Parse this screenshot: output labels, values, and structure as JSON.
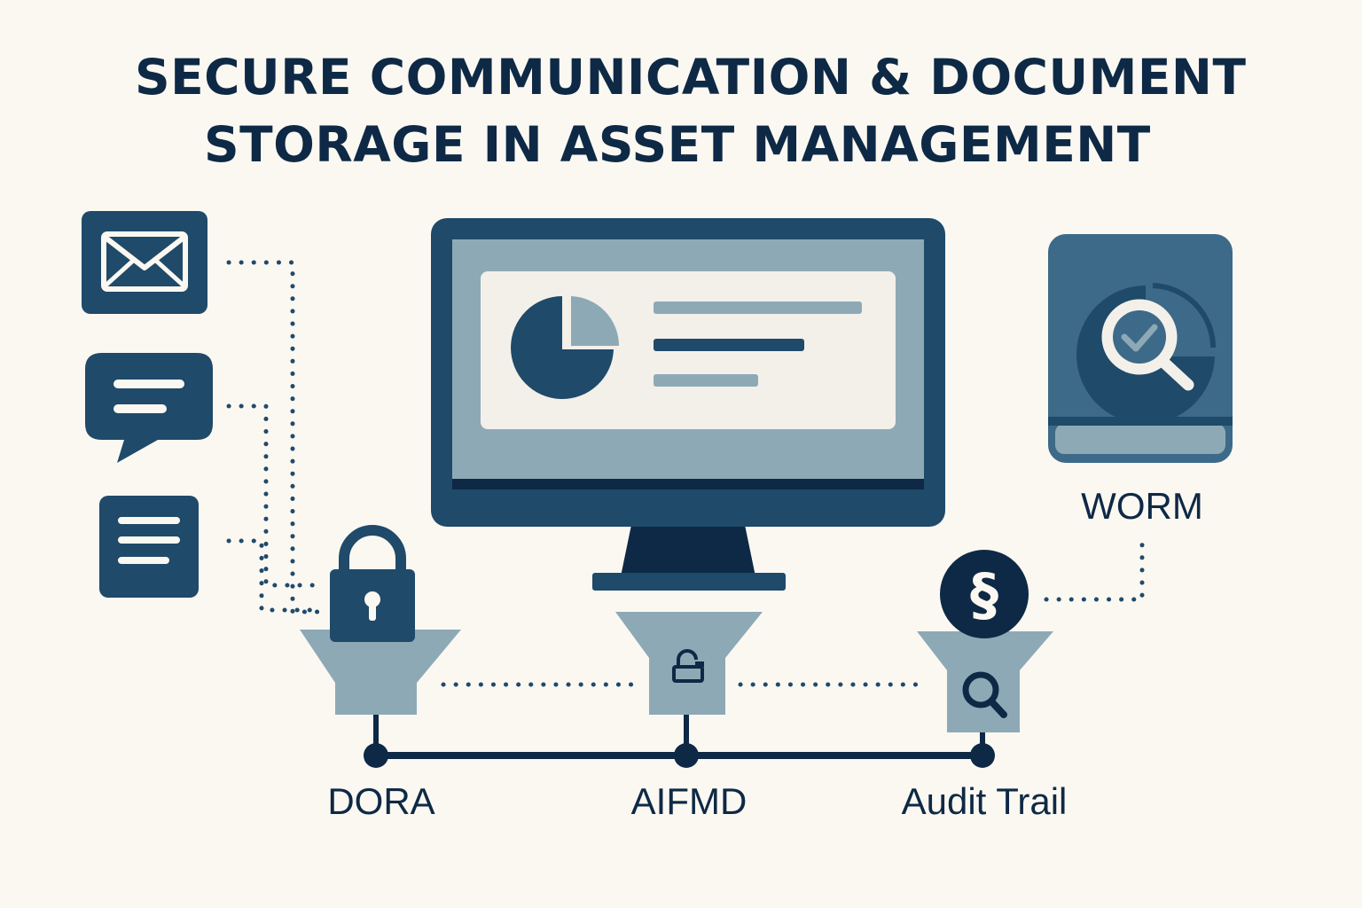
{
  "title": {
    "line1": "SECURE COMMUNICATION & DOCUMENT",
    "line2": "STORAGE IN ASSET MANAGEMENT"
  },
  "labels": {
    "worm": "WORM",
    "dora": "DORA",
    "aifmd": "AIFMD",
    "audit": "Audit Trail",
    "section_symbol": "§"
  },
  "icons": {
    "channels": [
      "envelope-icon",
      "chat-bubble-icon",
      "document-icon"
    ],
    "center": "monitor-dashboard-icon",
    "archive": "book-search-icon",
    "funnels": [
      "padlock-icon",
      "small-lock-icon",
      "magnifier-icon"
    ]
  },
  "colors": {
    "dark_navy": "#0e2945",
    "navy": "#1f4a6a",
    "steel": "#3d6a88",
    "light_steel": "#8ea9b6",
    "pale": "#f3f0ea",
    "background": "#fbf8f2"
  }
}
